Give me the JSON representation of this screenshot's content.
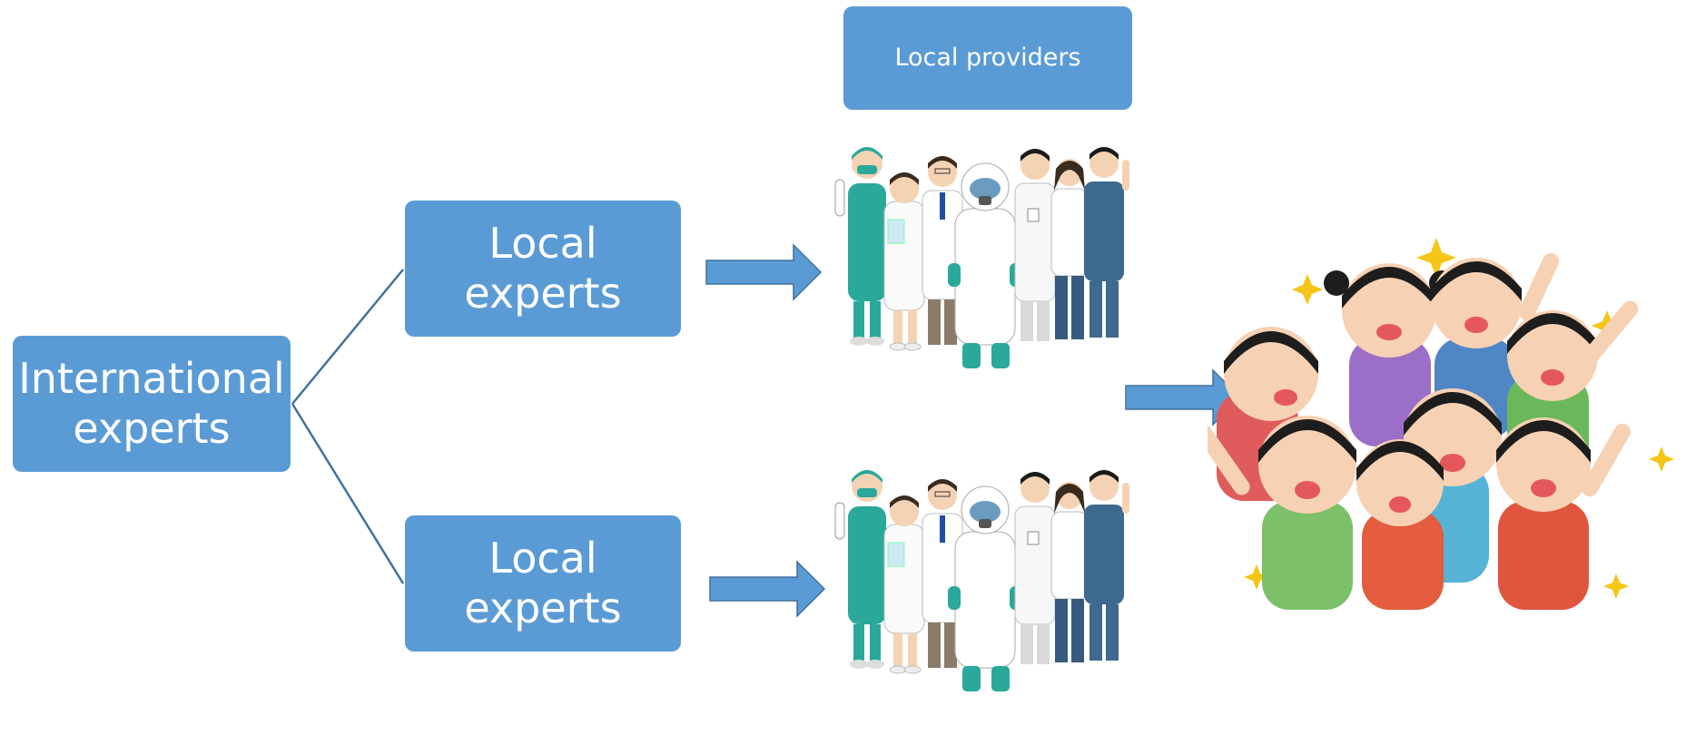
{
  "diagram": {
    "nodes": {
      "international": {
        "line1": "International",
        "line2": "experts"
      },
      "local_top": {
        "label": "Local experts"
      },
      "local_bottom": {
        "label": "Local experts"
      },
      "providers": {
        "label": "Local providers"
      }
    },
    "colors": {
      "box_fill": "#5b9bd5",
      "box_text": "#ffffff",
      "connector": "#41719c",
      "arrow_fill": "#5b9bd5",
      "arrow_stroke": "#41719c"
    },
    "illustrations": {
      "providers_group_top": "health-workers-illustration",
      "providers_group_bottom": "health-workers-illustration",
      "children": "cheering-children-illustration"
    },
    "edges": [
      {
        "from": "international",
        "to": "local_top",
        "style": "line"
      },
      {
        "from": "international",
        "to": "local_bottom",
        "style": "line"
      },
      {
        "from": "local_top",
        "to": "providers_group_top",
        "style": "arrow"
      },
      {
        "from": "local_bottom",
        "to": "providers_group_bottom",
        "style": "arrow"
      },
      {
        "from": "providers",
        "to": "children",
        "style": "arrow"
      }
    ]
  }
}
